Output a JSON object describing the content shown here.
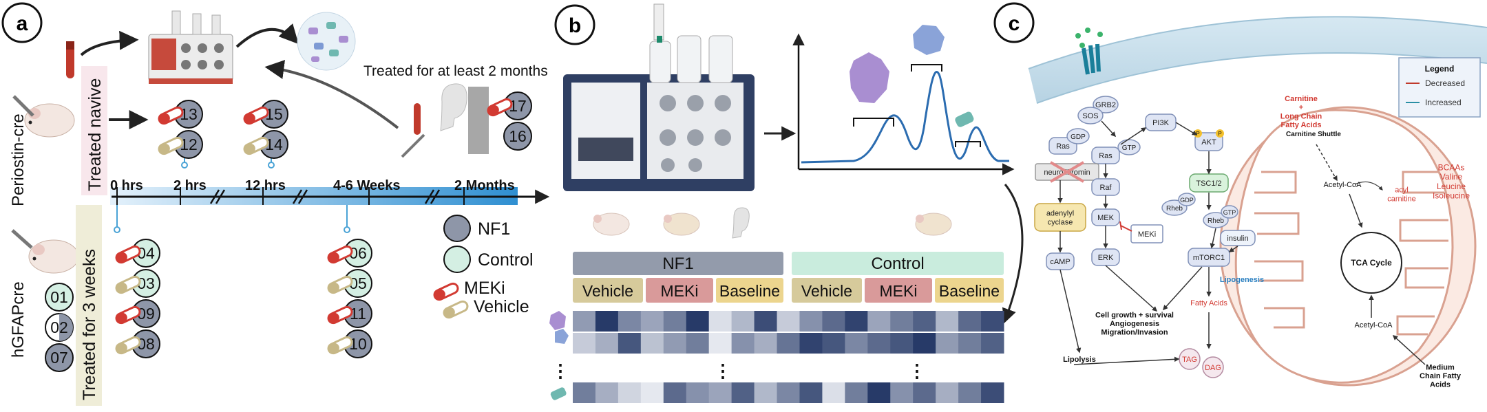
{
  "panel_labels": [
    "a",
    "b",
    "c"
  ],
  "panel_a": {
    "row1_label": "Periostin-cre",
    "row1_group": "Treated navive",
    "row2_label": "hGFAPcre",
    "row2_group": "Treated for 3 weeks",
    "human_note": "Treated for at least 2 months",
    "timeline": [
      "0 hrs",
      "2 hrs",
      "12 hrs",
      "4-6 Weeks",
      "2 Months"
    ],
    "legend": [
      "NF1",
      "Control",
      "MEKi",
      "Vehicle"
    ],
    "samples": {
      "t2h": [
        "13",
        "12"
      ],
      "t12h": [
        "15",
        "14"
      ],
      "human": [
        "17",
        "16"
      ],
      "row2_left": [
        "01",
        "02",
        "07"
      ],
      "row2_t0": [
        "04",
        "03",
        "09",
        "08"
      ],
      "row2_t46": [
        "06",
        "05",
        "11",
        "10"
      ]
    }
  },
  "panel_b": {
    "groups": [
      "NF1",
      "Control"
    ],
    "treatments": [
      "Vehicle",
      "MEKi",
      "Baseline",
      "Vehicle",
      "MEKi",
      "Baseline"
    ],
    "ellipsis": "⋮",
    "heat_rows": [
      [
        0.45,
        0.95,
        0.55,
        0.4,
        0.6,
        0.95,
        0.1,
        0.3,
        0.85,
        0.2,
        0.5,
        0.7,
        0.9,
        0.4,
        0.6,
        0.75,
        0.3,
        0.7,
        0.85
      ],
      [
        0.2,
        0.35,
        0.8,
        0.25,
        0.45,
        0.6,
        0.05,
        0.5,
        0.35,
        0.65,
        0.9,
        0.8,
        0.55,
        0.7,
        0.8,
        0.95,
        0.45,
        0.6,
        0.75
      ],
      [
        0.6,
        0.35,
        0.15,
        0.05,
        0.7,
        0.5,
        0.4,
        0.75,
        0.3,
        0.55,
        0.8,
        0.1,
        0.6,
        0.95,
        0.5,
        0.7,
        0.35,
        0.6,
        0.85
      ]
    ]
  },
  "panel_c": {
    "legend_title": "Legend",
    "legend_items": [
      {
        "label": "Decreased",
        "color": "#c0392b"
      },
      {
        "label": "Increased",
        "color": "#2a8fa5"
      }
    ],
    "pathway": {
      "grb2": "GRB2",
      "sos": "SOS",
      "pi3k": "PI3K",
      "ras1": "Ras",
      "gdp1": "GDP",
      "ras2": "Ras",
      "gtp1": "GTP",
      "akt": "AKT",
      "p": "P",
      "nf": "neurofibromin",
      "raf": "Raf",
      "tsc": "TSC1/2",
      "adenylyl": "adenylyl\ncyclase",
      "mek": "MEK",
      "rheb1": "Rheb",
      "gdp2": "GDP",
      "rheb2": "Rheb",
      "gtp2": "GTP",
      "meki": "MEKi",
      "insulin": "insulin",
      "camp": "cAMP",
      "erk": "ERK",
      "mtorc1": "mTORC1",
      "lipogenesis": "Lipogenesis",
      "fatty": "Fatty Acids",
      "growth": "Cell growth + survival\nAngiogenesis\nMigration/Invasion",
      "lipolysis": "Lipolysis",
      "tag": "TAG",
      "dag": "DAG"
    },
    "mito": {
      "carnitine": "Carnitine\n+\nLong Chain\nFatty Acids",
      "shuttle": "Carnitine Shuttle",
      "acetyl1": "Acetyl-CoA",
      "acyl": "acyl\ncarnitine",
      "tca": "TCA Cycle",
      "acetyl2": "Acetyl-CoA",
      "bcaa": "BCAAs\nValine\nLeucine\nIsoleucine",
      "medium": "Medium\nChain Fatty\nAcids"
    }
  }
}
